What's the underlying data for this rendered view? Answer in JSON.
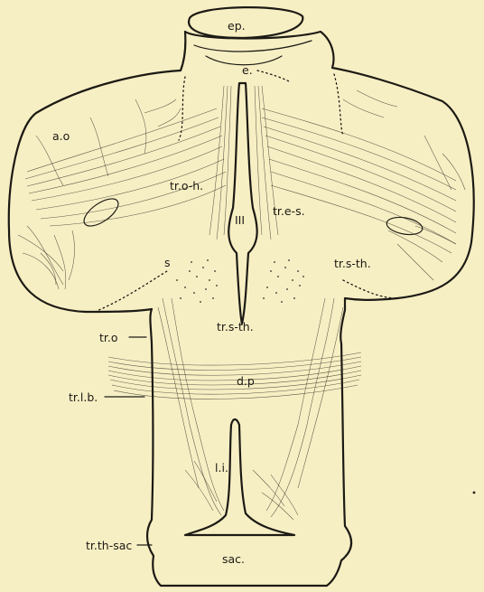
{
  "labels": {
    "ep": "ep.",
    "e": "e.",
    "ao": "a.o",
    "tro_h": "tr.o-h.",
    "iii": "III",
    "tre_s": "tr.e-s.",
    "s": "s",
    "trs_th_right": "tr.s-th.",
    "trs_th_center": "tr.s-th.",
    "tr_o": "tr.o",
    "dp": "d.p",
    "trlb": "tr.l.b.",
    "li": "l.i.",
    "trth_sac": "tr.th-sac",
    "sac": "sac."
  }
}
